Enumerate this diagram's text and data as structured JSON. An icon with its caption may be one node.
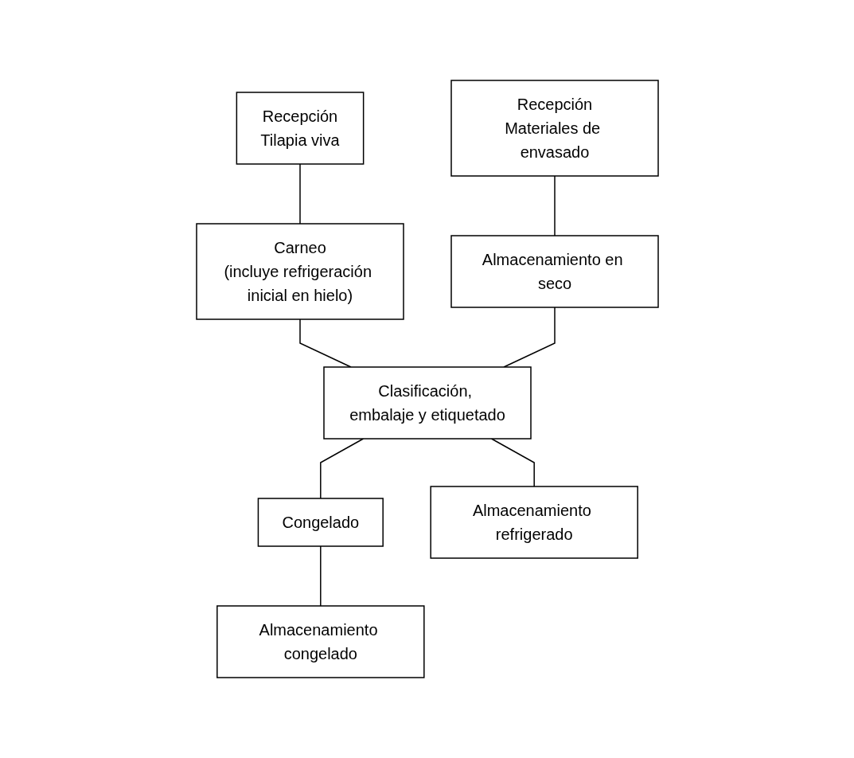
{
  "diagram": {
    "nodes": [
      {
        "text": [
          "Recepción",
          "Materiales de envasado"
        ]
      },
      {
        "text": [
          "Almacenamiento en seco"
        ]
      },
      {
        "text": [
          "Recepción",
          "Tilapia viva"
        ]
      },
      {
        "text": [
          "Carneo",
          "(incluye refrigeración inicial en hielo)"
        ]
      },
      {
        "text": [
          "Clasificación, embalaje y etiquetado"
        ]
      },
      {
        "text": [
          "Congelado"
        ]
      },
      {
        "text": [
          "Almacenamiento refrigerado"
        ]
      },
      {
        "text": [
          "Almacenamiento congelado"
        ]
      }
    ],
    "edges": [
      {
        "from": 0,
        "to": 1,
        "arrow": "none"
      },
      {
        "from": 2,
        "to": 3,
        "arrow": "none"
      },
      {
        "from": 3,
        "to": 4,
        "arrow": "none"
      },
      {
        "from": 1,
        "to": 4,
        "arrow": "none"
      },
      {
        "from": 4,
        "to": 6,
        "arrow": "none"
      },
      {
        "from": 4,
        "to": 5,
        "arrow": "none"
      },
      {
        "from": 5,
        "to": 7,
        "arrow": "none"
      }
    ]
  }
}
